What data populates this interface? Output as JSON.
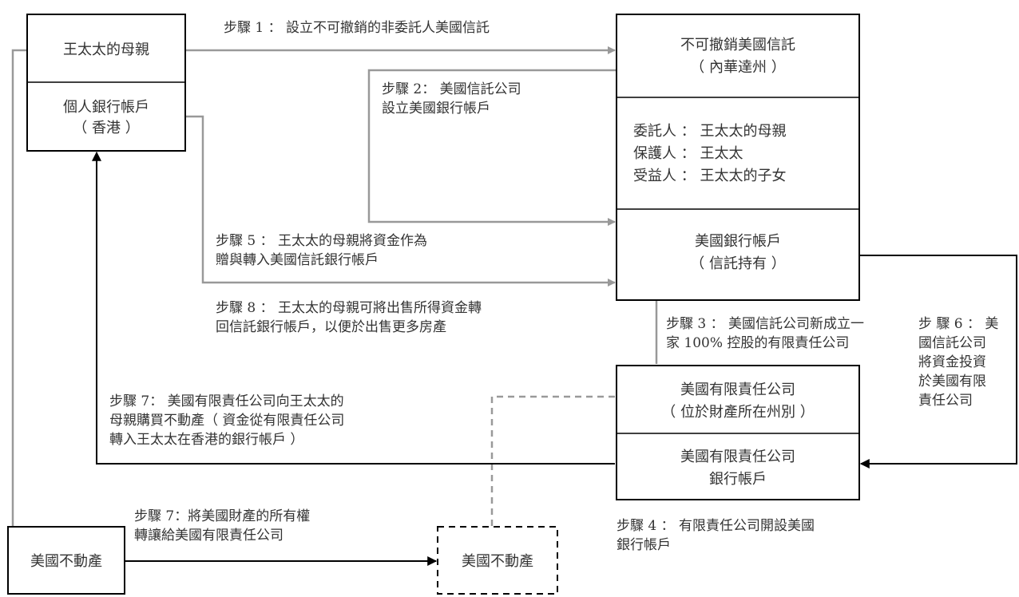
{
  "boxes": {
    "mother": "王太太的母親",
    "personal_account_line1": "個人銀行帳戶",
    "personal_account_line2": "（ 香港 ）",
    "trust_title_line1": "不可撤銷美國信託",
    "trust_title_line2": "（ 內華達州 ）",
    "trust_settlor": "委託人 ： 王太太的母親",
    "trust_protector": "保護人 ： 王太太",
    "trust_beneficiary": "受益人 ： 王太太的子女",
    "trust_bank_line1": "美國銀行帳戶",
    "trust_bank_line2": "（ 信託持有 ）",
    "llc_line1": "美國有限責任公司",
    "llc_line2": "（ 位於財產所在州別 ）",
    "llc_bank_line1": "美國有限責任公司",
    "llc_bank_line2": "銀行帳戶",
    "property_left": "美國不動產",
    "property_right": "美國不動產"
  },
  "steps": {
    "s1": "步驟 1 ： 設立不可撤銷的非委託人美國信託",
    "s2_line1": "步驟 2： 美國信託公司",
    "s2_line2": "設立美國銀行帳戶",
    "s3_line1": "步驟 3 ： 美國信託公司新成立一",
    "s3_line2": "家 100% 控股的有限責任公司",
    "s4_line1": "步驟 4 ： 有限責任公司開設美國",
    "s4_line2": "銀行帳戶",
    "s5_line1": "步驟 5 ： 王太太的母親將資金作為",
    "s5_line2": "贈與轉入美國信託銀行帳戶",
    "s6_line1": "步 驟  6 ： 美",
    "s6_line2": "國信託公司",
    "s6_line3": "將資金投資",
    "s6_line4": "於美國有限",
    "s6_line5": "責任公司",
    "s7a_line1": "步驟 7： 美國有限責任公司向王太太的",
    "s7a_line2": "母親購買不動產（ 資金從有限責任公司",
    "s7a_line3": "轉入王太太在香港的銀行帳戶 ）",
    "s7b_line1": "步驟 7：將美國財產的所有權",
    "s7b_line2": "轉讓給美國有限責任公司",
    "s8_line1": "步驟 8 ： 王太太的母親可將出售所得資金轉",
    "s8_line2": "回信託銀行帳戶，以便於出售更多房產"
  },
  "colors": {
    "box_border": "#000000",
    "flow_gray": "#999999",
    "flow_black": "#000000",
    "text": "#333333"
  }
}
